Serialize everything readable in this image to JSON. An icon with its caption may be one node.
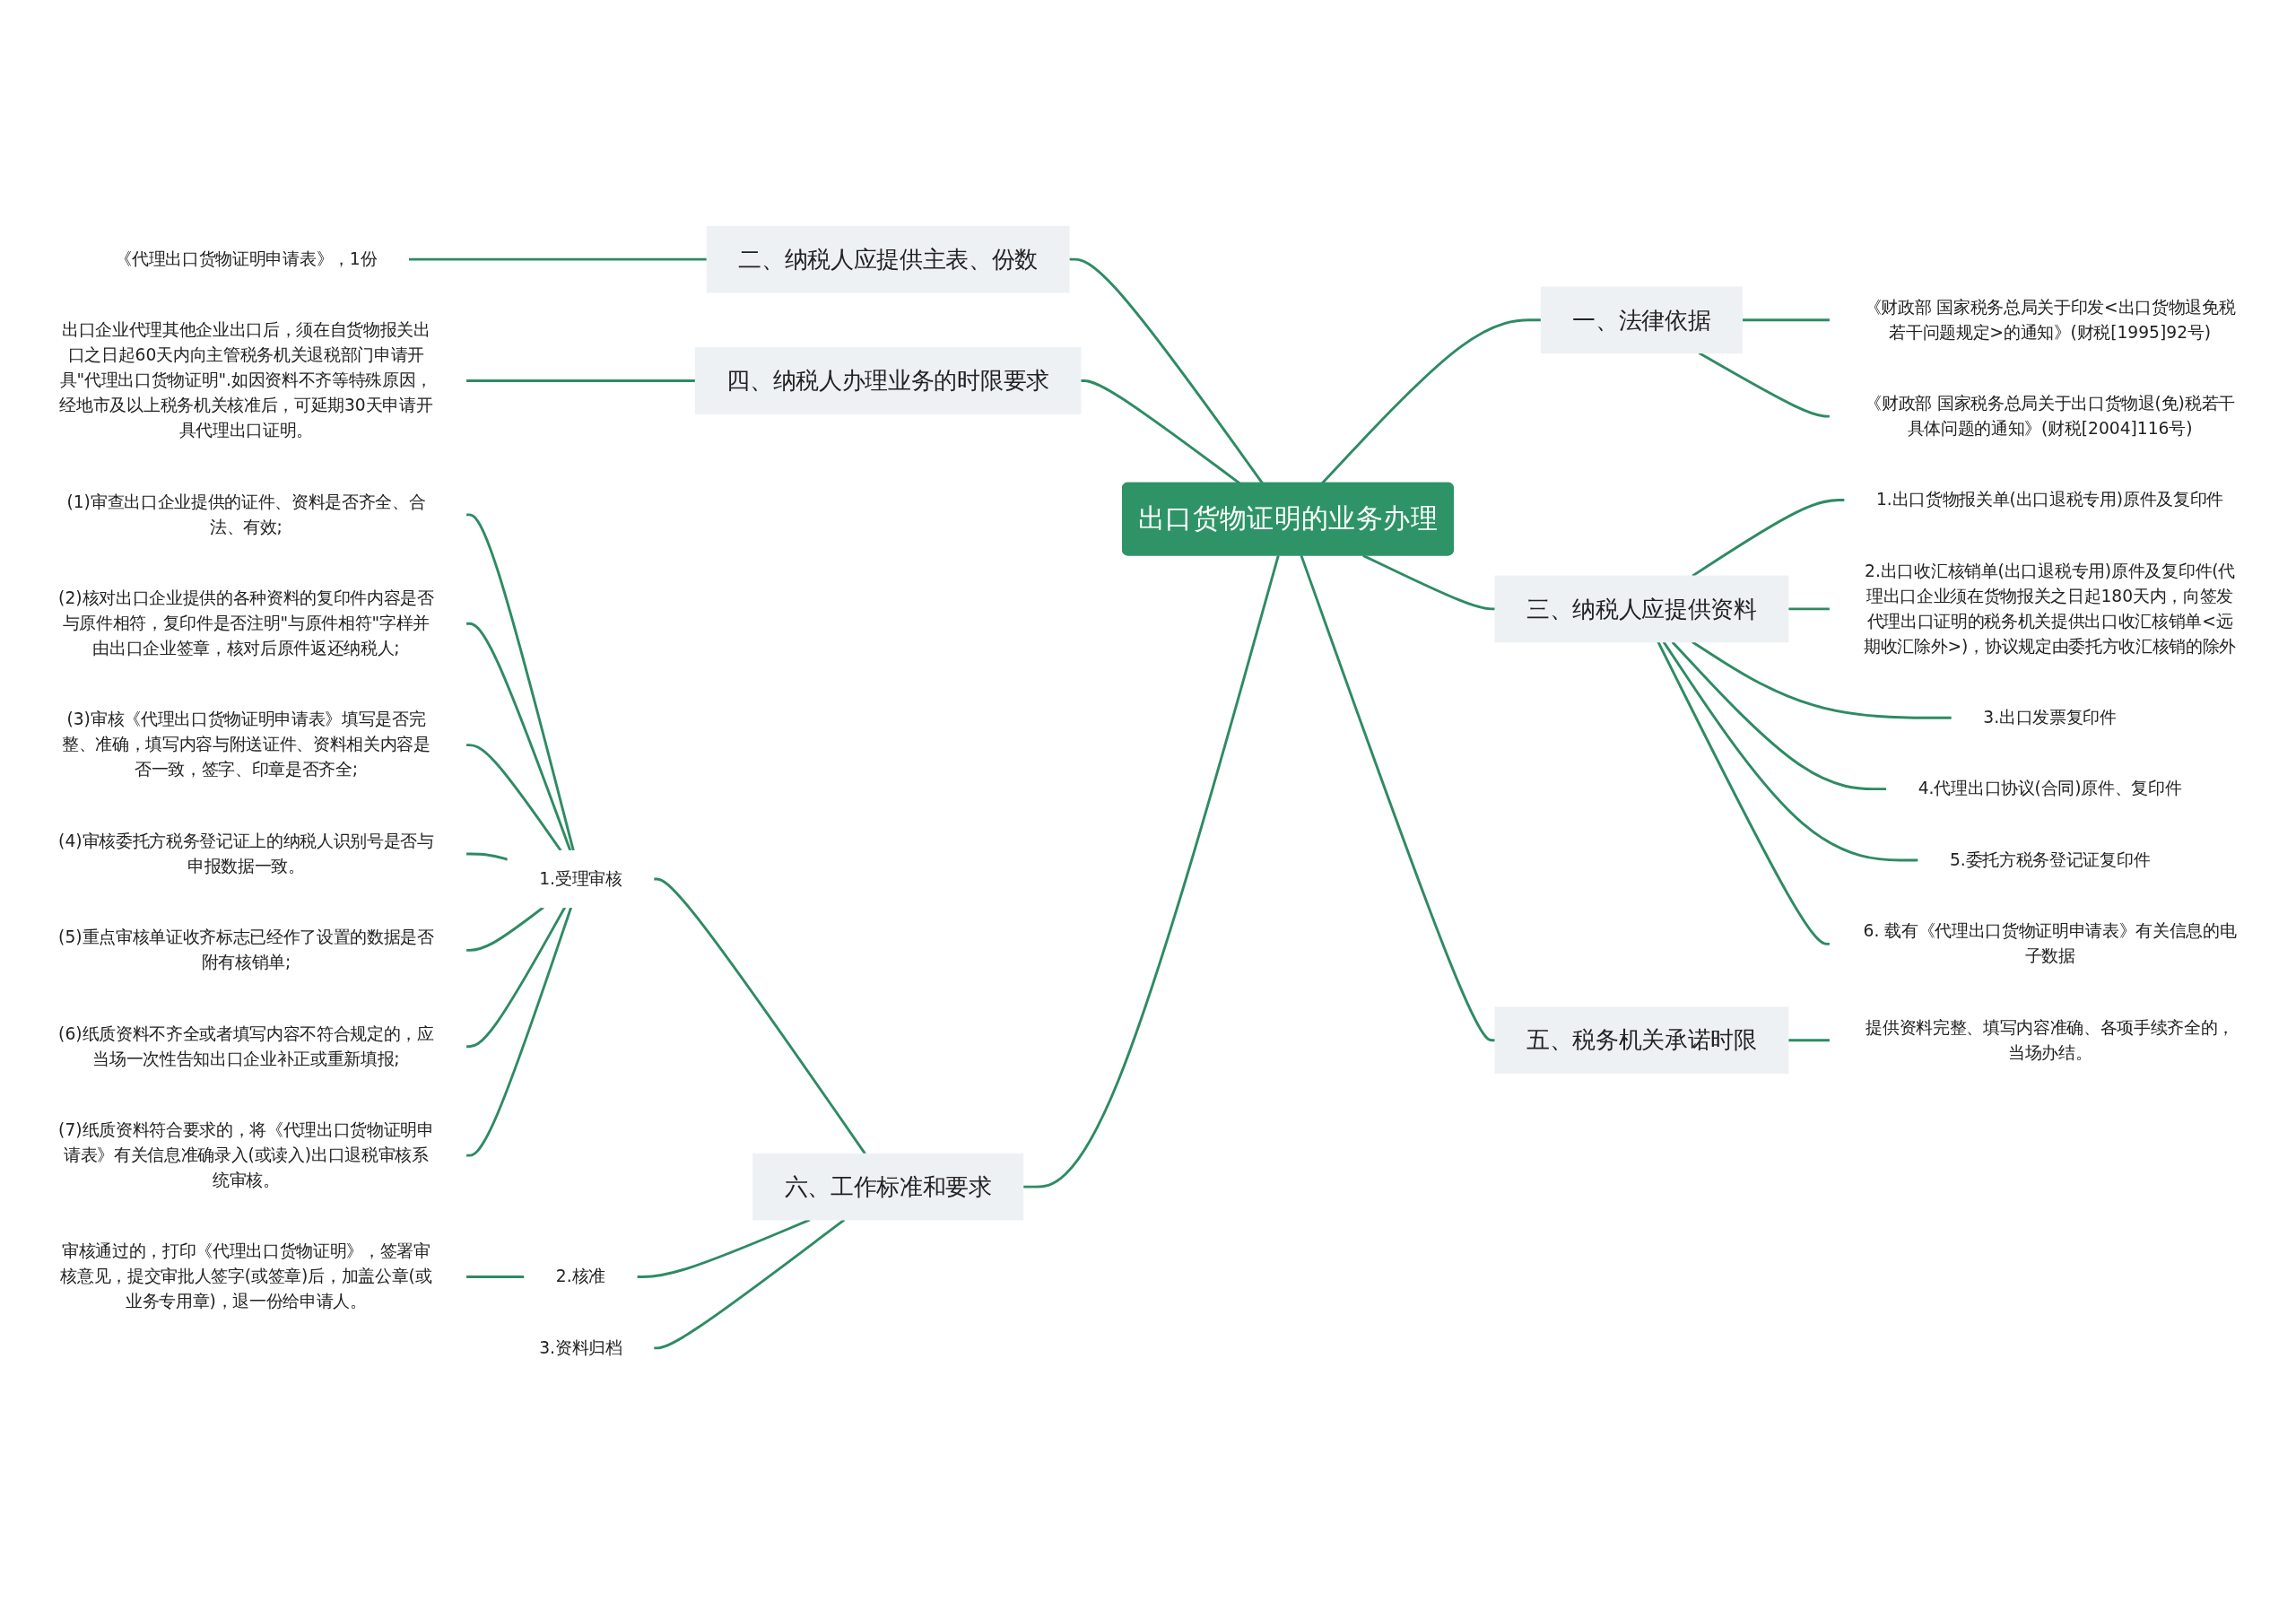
{
  "diagram": {
    "nodes": [
      {
        "text": [
          "出口货物证明的业务办理"
        ]
      },
      {
        "text": [
          "二、纳税人应提供主表、份数"
        ]
      },
      {
        "text": [
          "《代理出口货物证明申请表》，1份"
        ]
      },
      {
        "text": [
          "四、纳税人办理业务的时限要求"
        ]
      },
      {
        "text": [
          "出口企业代理其他企业出口后，须在自货物报关出口之日起60天内向主管税务机关退税部门申请开具\"代理出口货物证明\".如因资料不齐等特殊原因，经地市及以上税务机关核准后，可延期30天申请开具代理出口证明。"
        ]
      },
      {
        "text": [
          "六、工作标准和要求"
        ]
      },
      {
        "text": [
          "1.受理审核"
        ]
      },
      {
        "text": [
          "(1)审查出口企业提供的证件、资料是否齐全、合法、有效;"
        ]
      },
      {
        "text": [
          "(2)核对出口企业提供的各种资料的复印件内容是否与原件相符，复印件是否注明\"与原件相符\"字样并由出口企业签章，核对后原件返还纳税人;"
        ]
      },
      {
        "text": [
          "(3)审核《代理出口货物证明申请表》填写是否完整、准确，填写内容与附送证件、资料相关内容是否一致，签字、印章是否齐全;"
        ]
      },
      {
        "text": [
          "(4)审核委托方税务登记证上的纳税人识别号是否与申报数据一致。"
        ]
      },
      {
        "text": [
          "(5)重点审核单证收齐标志已经作了设置的数据是否附有核销单;"
        ]
      },
      {
        "text": [
          "(6)纸质资料不齐全或者填写内容不符合规定的，应当场一次性告知出口企业补正或重新填报;"
        ]
      },
      {
        "text": [
          "(7)纸质资料符合要求的，将《代理出口货物证明申请表》有关信息准确录入(或读入)出口退税审核系统审核。"
        ]
      },
      {
        "text": [
          "2.核准"
        ]
      },
      {
        "text": [
          "审核通过的，打印《代理出口货物证明》，签署审核意见，提交审批人签字(或签章)后，加盖公章(或业务专用章)，退一份给申请人。"
        ]
      },
      {
        "text": [
          "3.资料归档"
        ]
      },
      {
        "text": [
          "一、法律依据"
        ]
      },
      {
        "text": [
          "《财政部 国家税务总局关于印发<出口货物退免税若干问题规定>的通知》(财税[1995]92号)"
        ]
      },
      {
        "text": [
          "《财政部 国家税务总局关于出口货物退(免)税若干具体问题的通知》(财税[2004]116号)"
        ]
      },
      {
        "text": [
          "三、纳税人应提供资料"
        ]
      },
      {
        "text": [
          "1.出口货物报关单(出口退税专用)原件及复印件"
        ]
      },
      {
        "text": [
          "2.出口收汇核销单(出口退税专用)原件及复印件(代理出口企业须在货物报关之日起180天内，向签发代理出口证明的税务机关提供出口收汇核销单<远期收汇除外>)，协议规定由委托方收汇核销的除外"
        ]
      },
      {
        "text": [
          "3.出口发票复印件"
        ]
      },
      {
        "text": [
          "4.代理出口协议(合同)原件、复印件"
        ]
      },
      {
        "text": [
          "5.委托方税务登记证复印件"
        ]
      },
      {
        "text": [
          "6. 载有《代理出口货物证明申请表》有关信息的电子数据"
        ]
      },
      {
        "text": [
          "五、税务机关承诺时限"
        ]
      },
      {
        "text": [
          "提供资料完整、填写内容准确、各项手续齐全的，当场办结。"
        ]
      }
    ],
    "edges": [
      {
        "from": 0,
        "to": 1,
        "arrow": "none"
      },
      {
        "from": 1,
        "to": 2,
        "arrow": "none"
      },
      {
        "from": 0,
        "to": 3,
        "arrow": "none"
      },
      {
        "from": 3,
        "to": 4,
        "arrow": "none"
      },
      {
        "from": 0,
        "to": 5,
        "arrow": "none"
      },
      {
        "from": 5,
        "to": 6,
        "arrow": "none"
      },
      {
        "from": 6,
        "to": 7,
        "arrow": "none"
      },
      {
        "from": 6,
        "to": 8,
        "arrow": "none"
      },
      {
        "from": 6,
        "to": 9,
        "arrow": "none"
      },
      {
        "from": 6,
        "to": 10,
        "arrow": "none"
      },
      {
        "from": 6,
        "to": 11,
        "arrow": "none"
      },
      {
        "from": 6,
        "to": 12,
        "arrow": "none"
      },
      {
        "from": 6,
        "to": 13,
        "arrow": "none"
      },
      {
        "from": 5,
        "to": 14,
        "arrow": "none"
      },
      {
        "from": 14,
        "to": 15,
        "arrow": "none"
      },
      {
        "from": 5,
        "to": 16,
        "arrow": "none"
      },
      {
        "from": 0,
        "to": 17,
        "arrow": "none"
      },
      {
        "from": 17,
        "to": 18,
        "arrow": "none"
      },
      {
        "from": 17,
        "to": 19,
        "arrow": "none"
      },
      {
        "from": 0,
        "to": 20,
        "arrow": "none"
      },
      {
        "from": 20,
        "to": 21,
        "arrow": "none"
      },
      {
        "from": 20,
        "to": 22,
        "arrow": "none"
      },
      {
        "from": 20,
        "to": 23,
        "arrow": "none"
      },
      {
        "from": 20,
        "to": 24,
        "arrow": "none"
      },
      {
        "from": 20,
        "to": 25,
        "arrow": "none"
      },
      {
        "from": 20,
        "to": 26,
        "arrow": "none"
      },
      {
        "from": 0,
        "to": 27,
        "arrow": "none"
      },
      {
        "from": 27,
        "to": 28,
        "arrow": "none"
      }
    ]
  }
}
